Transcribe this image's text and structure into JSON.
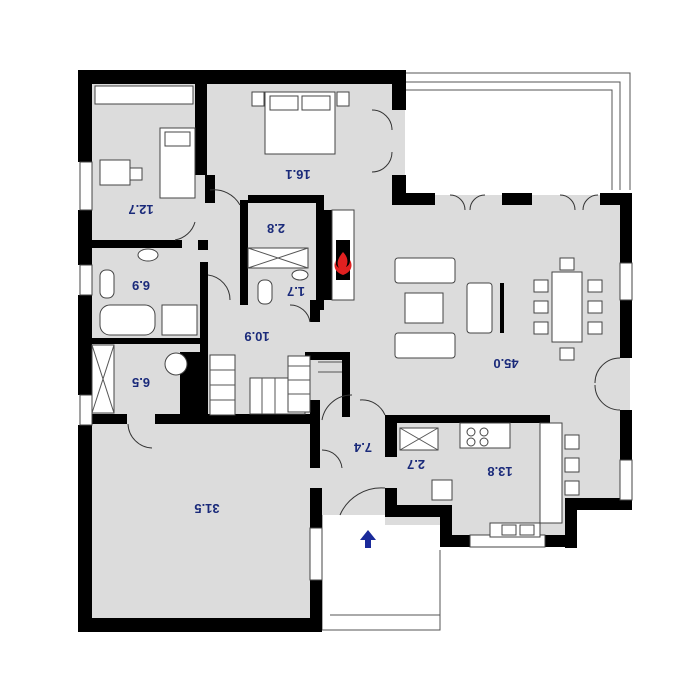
{
  "colors": {
    "floor": "#dcdcdc",
    "wall": "#000000",
    "label": "#1a2a7a",
    "entrance_arrow": "#1a2a9a",
    "fireplace": "#e02020"
  },
  "rooms": {
    "bedroom_left": "12.7",
    "bedroom_main": "16.1",
    "closet": "2.8",
    "bathroom": "6.9",
    "wc": "1.7",
    "hall": "10.9",
    "laundry": "6.5",
    "living": "45.0",
    "vestibule": "7.4",
    "pantry": "2.7",
    "kitchen": "13.8",
    "garage": "31.5"
  },
  "icons": {
    "fireplace": "fireplace-flame-icon",
    "entrance": "entrance-arrow-icon"
  }
}
